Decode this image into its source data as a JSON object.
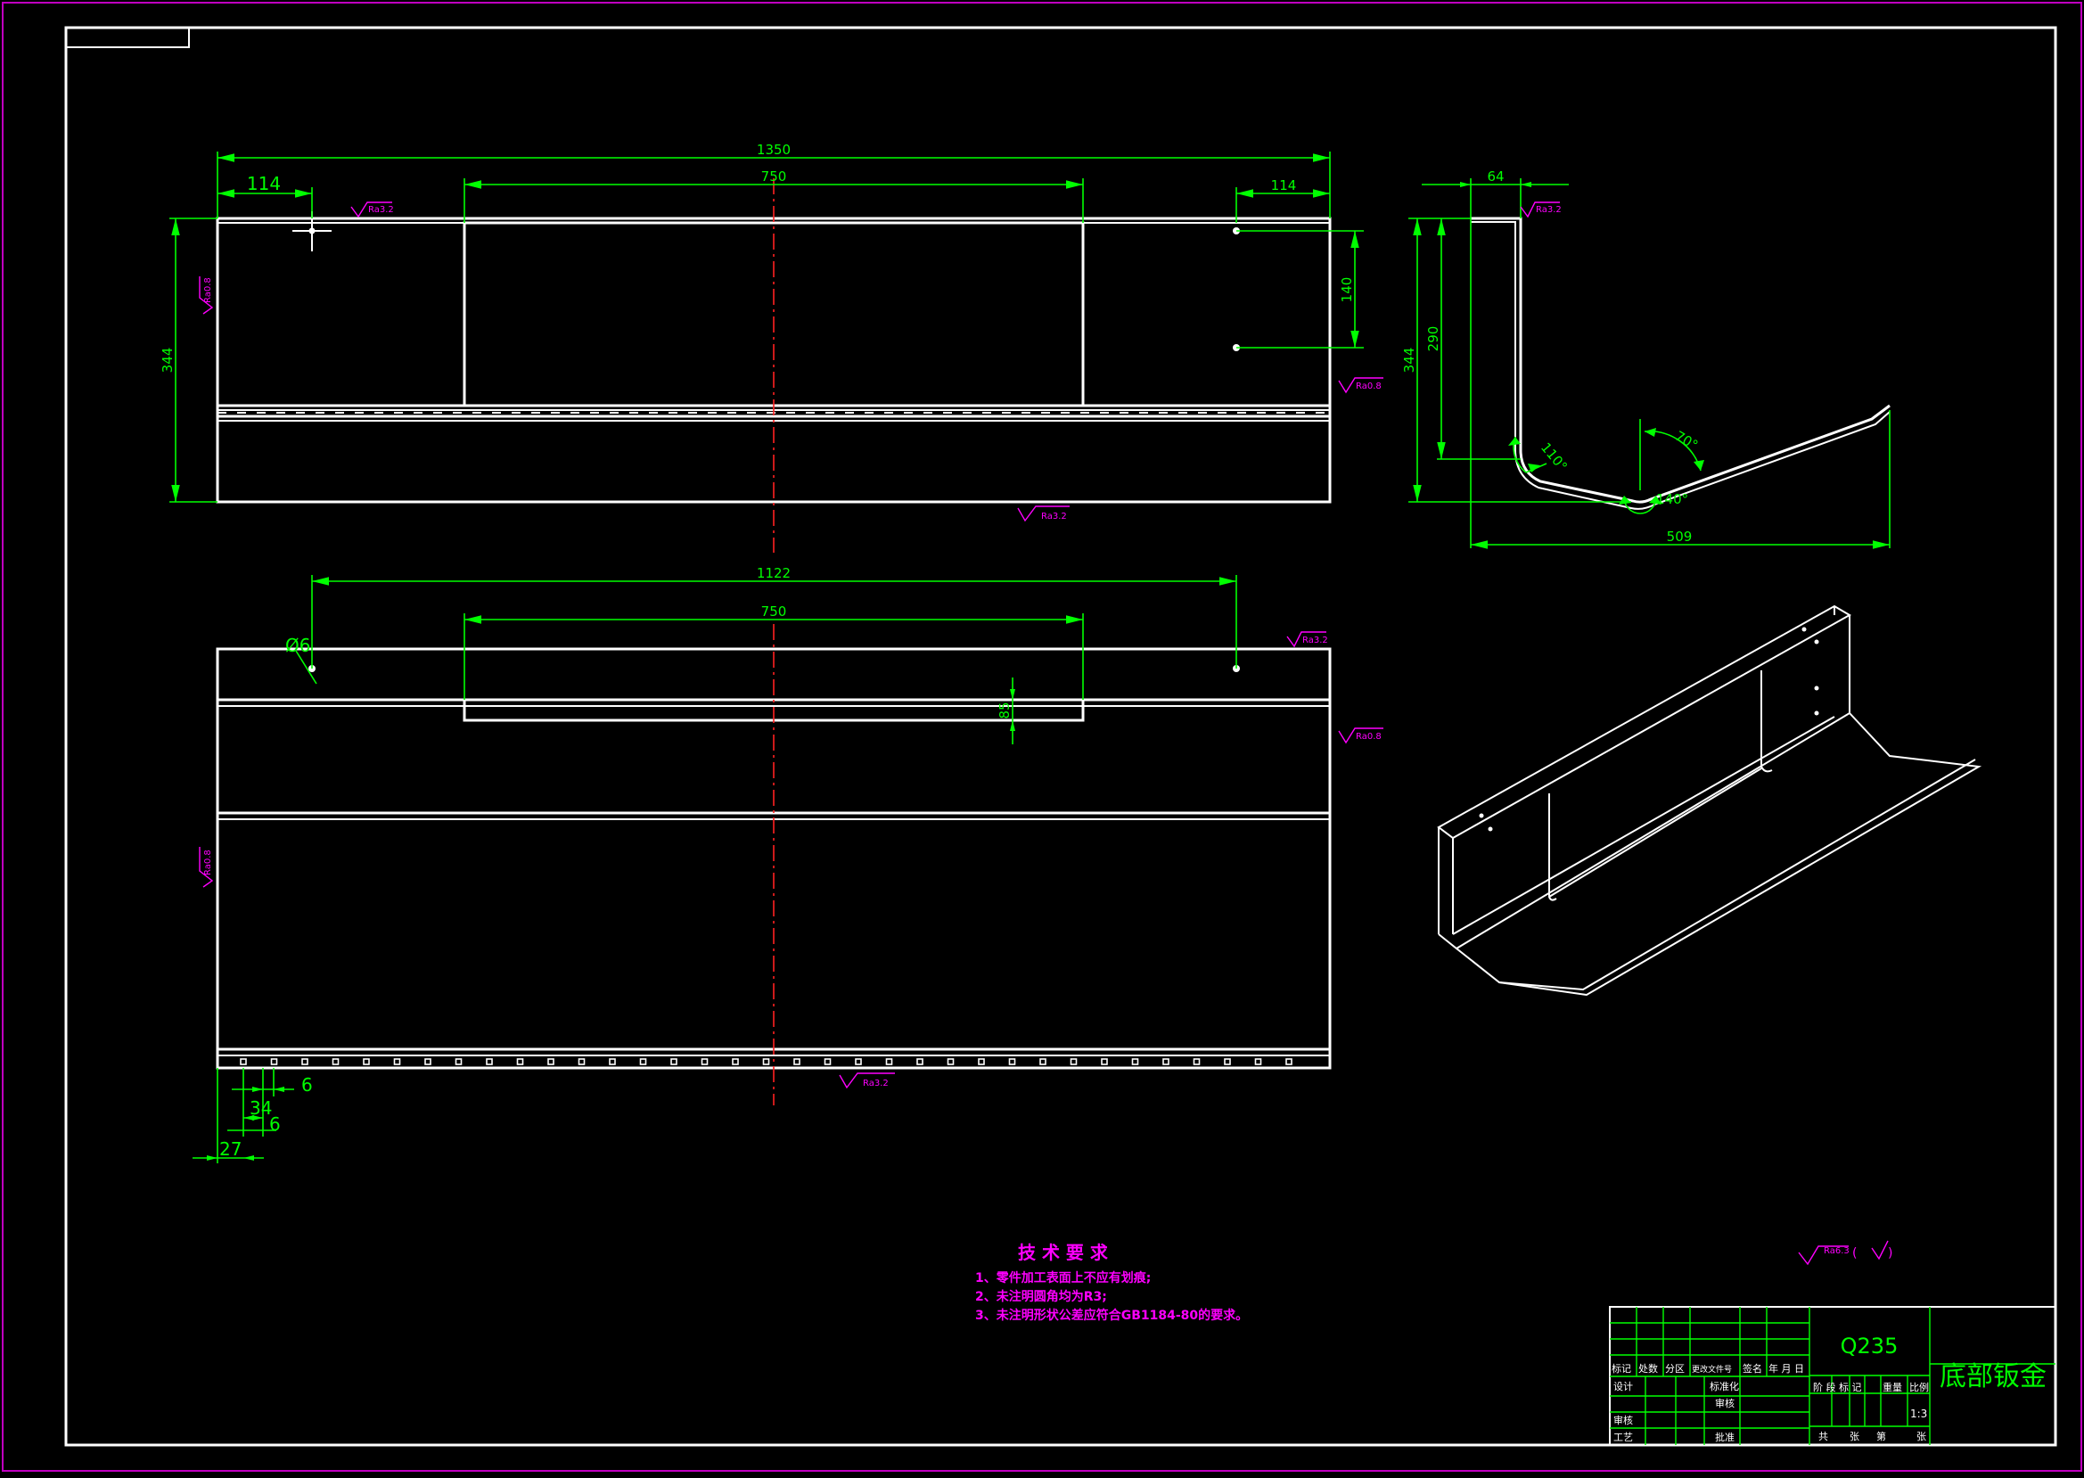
{
  "dimensions": {
    "front_total": "1350",
    "front_window": "750",
    "front_left": "114",
    "front_right": "114",
    "front_height": "344",
    "front_hole_spacing": "140",
    "side_top": "64",
    "side_height_outer": "344",
    "side_height_inner": "290",
    "side_bend_angle": "110°",
    "side_slope_angle": "70°",
    "side_bottom_angle": "140°",
    "side_width": "509",
    "bottom_hole_span": "1122",
    "bottom_window": "750",
    "bottom_hole_dia": "Ø6",
    "bottom_notch_depth": "85",
    "bottom_pitch": "34",
    "bottom_slot_w": "6",
    "bottom_slot_h": "6",
    "bottom_offset": "27"
  },
  "roughness": {
    "ra32": "Ra3.2",
    "ra08": "Ra0.8",
    "ra63": "Ra6.3"
  },
  "tech_req": {
    "title": "技 术 要 求",
    "items": [
      "1、零件加工表面上不应有划痕;",
      "2、未注明圆角均为R3;",
      "3、未注明形状公差应符合GB1184-80的要求。"
    ]
  },
  "title_block": {
    "material": "Q235",
    "part_name": "底部钣金",
    "scale": "1:3",
    "h_mark": "标记",
    "h_count": "处数",
    "h_zone": "分区",
    "h_doc": "更改文件号",
    "h_sign": "签名",
    "h_date": "年 月 日",
    "design": "设计",
    "standard": "标准化",
    "check": "审核",
    "craft": "工艺",
    "review": "审核",
    "approve": "批准",
    "stage_mark": "阶 段 标 记",
    "weight": "重量",
    "ratio": "比例",
    "total": "共",
    "sheet": "张",
    "page": "第",
    "page2": "张"
  },
  "colors": {
    "background": "#000000",
    "outline": "#ffffff",
    "dimension": "#00ff00",
    "annotation": "#ff00ff",
    "centerline": "#ff2020",
    "frame": "#c000c0"
  }
}
